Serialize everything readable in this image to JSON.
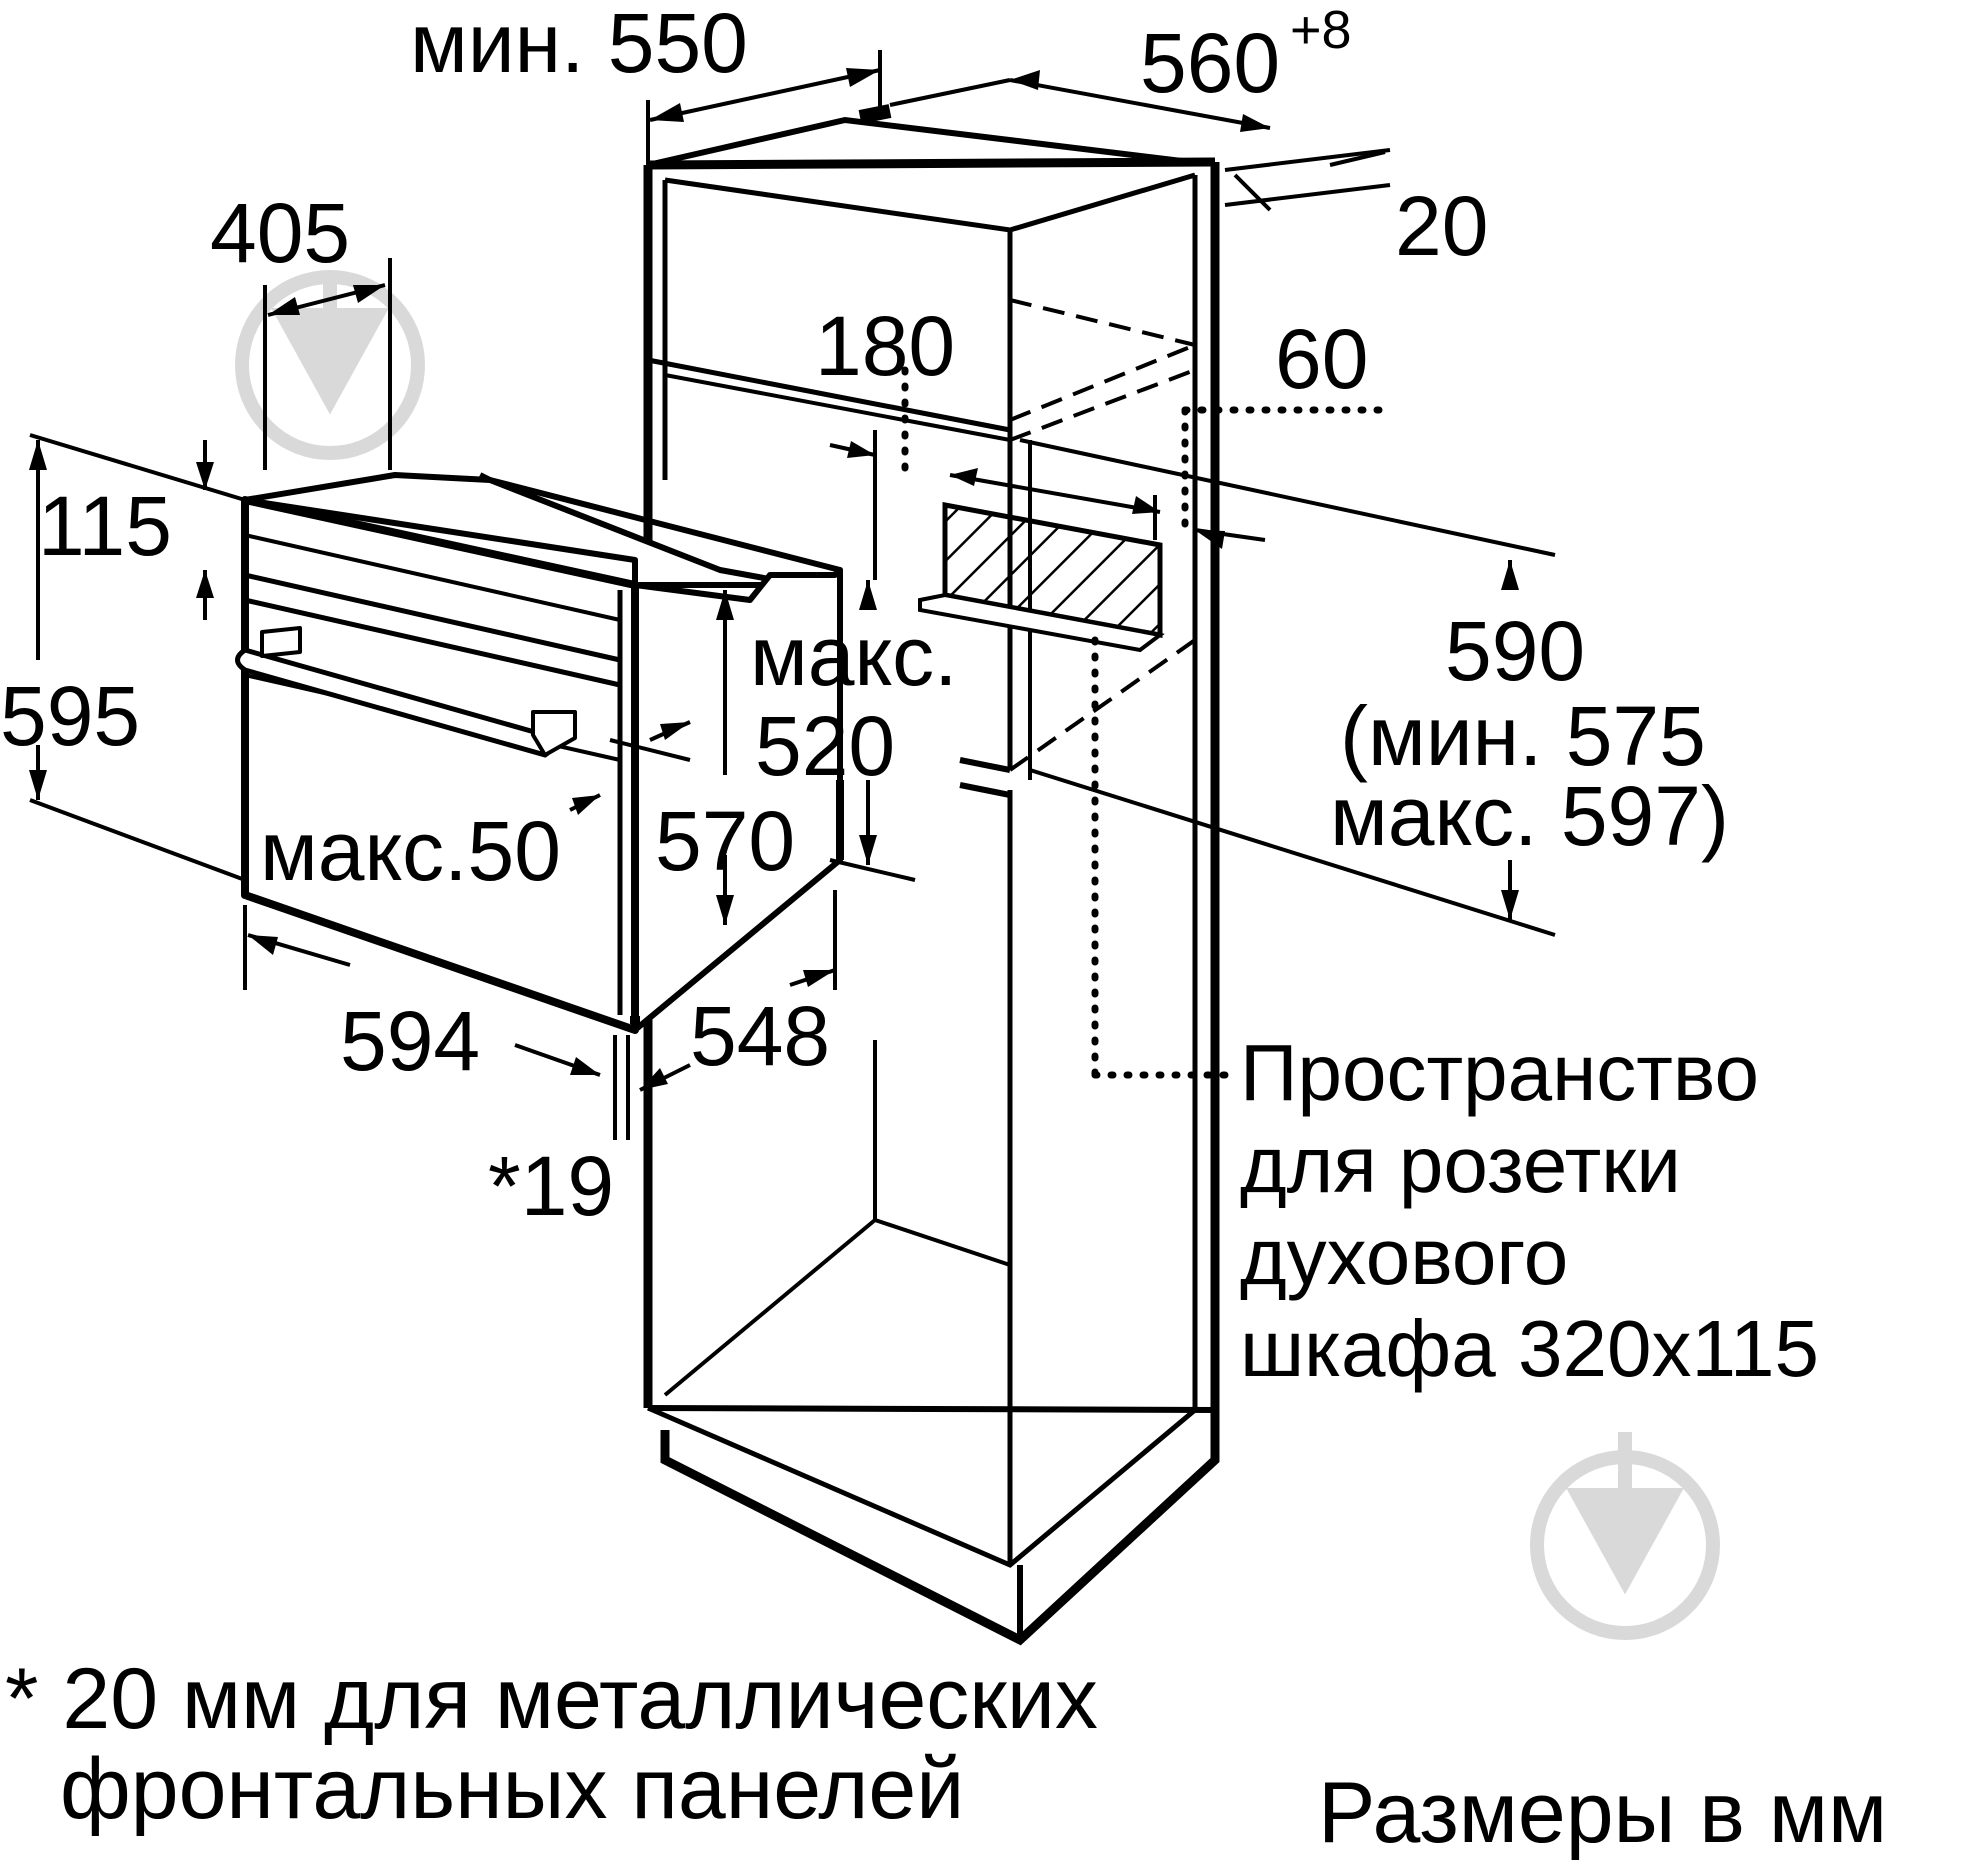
{
  "diagram": {
    "dimensions": {
      "min_550": "мин. 550",
      "d560": "560",
      "d560_tolerance": "+8",
      "d20": "20",
      "d405": "405",
      "d180": "180",
      "d60": "60",
      "d115": "115",
      "d595": "595",
      "max_label_520": "макс.",
      "d520": "520",
      "d590": "590",
      "d590_min": "(мин. 575",
      "d590_max": "макс. 597)",
      "max50": "макс.50",
      "d570": "570",
      "d594": "594",
      "d548": "548",
      "d19": "*19"
    },
    "socket_note": [
      "Пространство",
      "для розетки",
      "духового",
      "шкафа 320x115"
    ],
    "footnote": [
      "* 20 мм для металлических",
      "фронтальных панелей"
    ],
    "units_note": "Размеры в мм",
    "watermark_icon": "shovel-logo-icon",
    "line_color": "#000000",
    "watermark_color": "#d9d9d9"
  }
}
